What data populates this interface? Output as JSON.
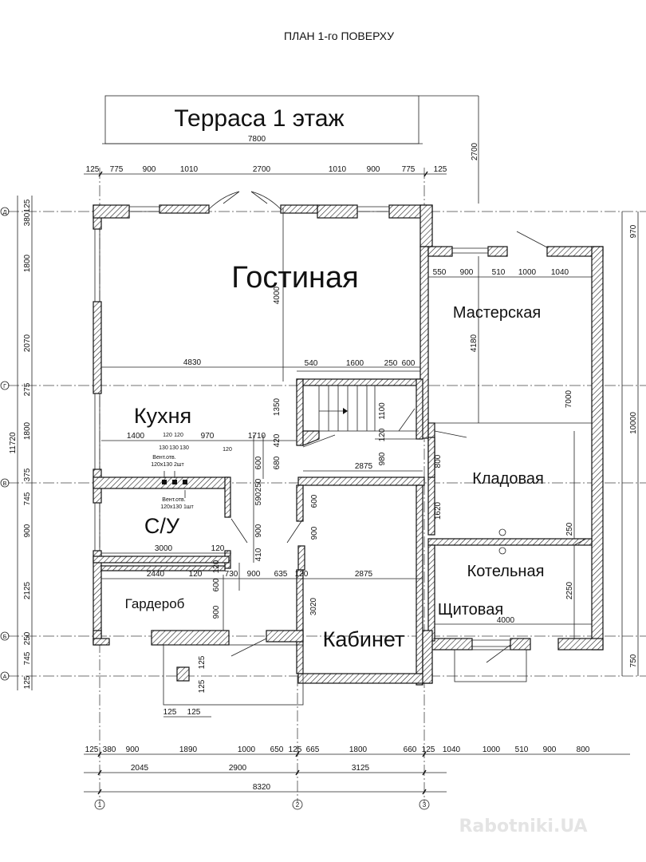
{
  "title": "ПЛАН 1-го ПОВЕРХУ",
  "rooms": {
    "terrace": "Терраса 1 этаж",
    "living": "Гостиная",
    "kitchen": "Кухня",
    "bathroom": "С/У",
    "wardrobe": "Гардероб",
    "workshop": "Мастерская",
    "storage": "Кладовая",
    "boiler": "Котельная",
    "electrical": "Щитовая",
    "office": "Кабинет"
  },
  "notes": {
    "vent_a1": "Вент.отв.",
    "vent_a2": "120х130 2шт",
    "vent_b1": "Вент.отв.",
    "vent_b2": "120х130 1шт"
  },
  "axes": {
    "rows": [
      "Д",
      "Г",
      "В",
      "Б",
      "А"
    ],
    "cols": [
      "1",
      "2",
      "3"
    ]
  },
  "dims": {
    "terrace_width": "7800",
    "terrace_depth": "2700",
    "top_chain": [
      "125",
      "775",
      "900",
      "1010",
      "2700",
      "1010",
      "900",
      "775",
      "125"
    ],
    "left_chain": [
      "125",
      "380",
      "1800",
      "2070",
      "275",
      "1800",
      "375",
      "745",
      "900",
      "2125",
      "250",
      "745",
      "125"
    ],
    "left_total": "11720",
    "right_chain": [
      "970",
      "7000",
      "750"
    ],
    "right_total": "10000",
    "living_depth": "4000",
    "living_width": "4830",
    "stair_chain": [
      "540",
      "1600",
      "250",
      "600"
    ],
    "stair_1350": "1350",
    "stair_1100": "1100",
    "stair_420": "420",
    "stair_120": "120",
    "kitchen_chain": [
      "1400",
      "120",
      "120",
      "970",
      "1710"
    ],
    "vent_small": [
      "130",
      "130",
      "130"
    ],
    "vent_120": "120",
    "kitchen_600": "600",
    "kitchen_680": "680",
    "kitchen_250": "250",
    "kitchen_590": "590",
    "d2875_a": "2875",
    "d980": "980",
    "d800": "800",
    "d1620": "1620",
    "d600_b": "600",
    "d900_a": "900",
    "d900_b": "900",
    "d410": "410",
    "d3000": "3000",
    "d120_a": "120",
    "lower_chain": [
      "2440",
      "120",
      "730",
      "900",
      "635",
      "120"
    ],
    "d2875_b": "2875",
    "d600_c": "600",
    "d120_b": "120",
    "d900_c": "900",
    "d3020": "3020",
    "workshop_chain": [
      "550",
      "900",
      "510",
      "1000",
      "1040"
    ],
    "workshop_depth": "4180",
    "boiler_250": "250",
    "boiler_2250": "2250",
    "electrical_4000": "4000",
    "col_125_a": "125",
    "col_125_b": "125",
    "col_125_c": "125",
    "col_125_d": "125",
    "bottom_chain": [
      "125",
      "380",
      "900",
      "1890",
      "1000",
      "650",
      "125",
      "665",
      "1800",
      "660",
      "125",
      "1040",
      "1000",
      "510",
      "900",
      "800"
    ],
    "bottom_mid": [
      "2045",
      "2900",
      "3125"
    ],
    "bottom_total": "8320"
  },
  "watermark": "Rabotniki.UA",
  "colors": {
    "ink": "#111111",
    "watermark": "#e4e4e4"
  }
}
